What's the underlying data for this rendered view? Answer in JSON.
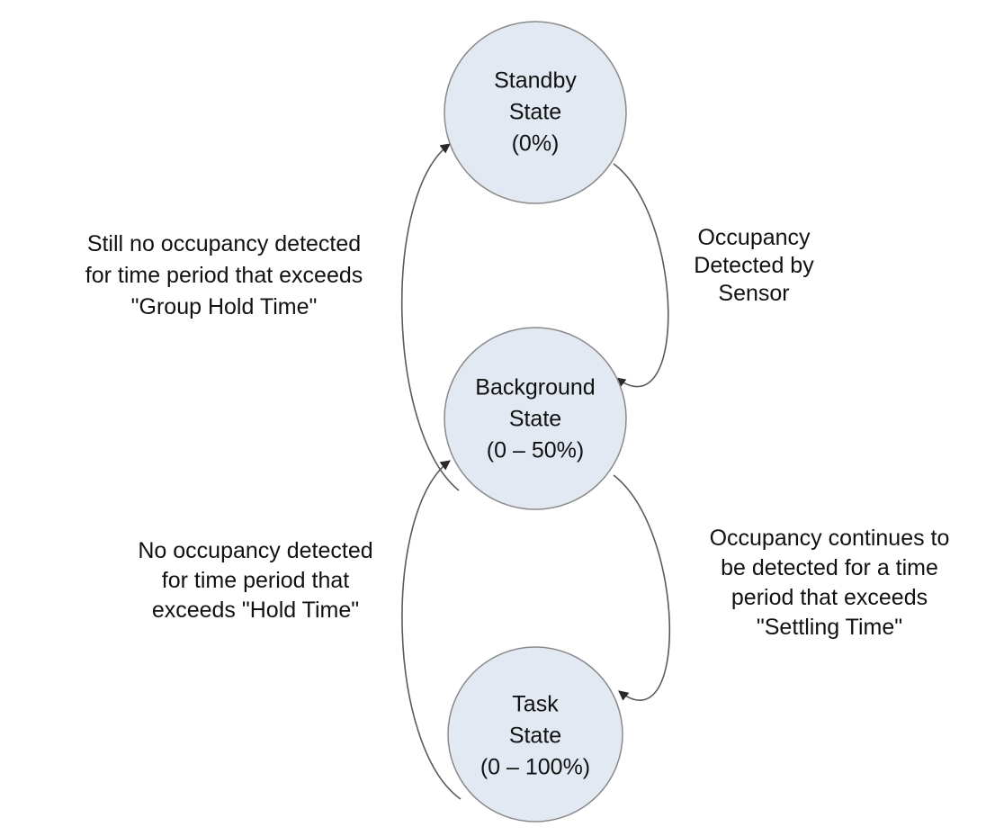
{
  "diagram": {
    "type": "state-transition-diagram",
    "background_color": "#ffffff",
    "node_fill_color": "#e2e9f3",
    "node_stroke_color": "#8a8a8a",
    "edge_color": "#5a5a5a",
    "text_color": "#111111",
    "states": [
      {
        "id": "standby",
        "name": "Standby State",
        "line1": "Standby",
        "line2": "State",
        "line3": "(0%)",
        "output_level": "0%"
      },
      {
        "id": "background",
        "name": "Background State",
        "line1": "Background",
        "line2": "State",
        "line3": "(0 – 50%)",
        "output_level": "0 – 50%"
      },
      {
        "id": "task",
        "name": "Task State",
        "line1": "Task",
        "line2": "State",
        "line3": "(0 – 100%)",
        "output_level": "0 – 100%"
      }
    ],
    "transitions": [
      {
        "id": "background-to-standby",
        "from": "background",
        "to": "standby",
        "side": "left",
        "lines": [
          "Still no occupancy detected",
          "for time period that exceeds",
          "\"Group Hold Time\""
        ]
      },
      {
        "id": "standby-to-background",
        "from": "standby",
        "to": "background",
        "side": "right",
        "lines": [
          "Occupancy",
          "Detected by",
          "Sensor"
        ]
      },
      {
        "id": "task-to-background",
        "from": "task",
        "to": "background",
        "side": "left",
        "lines": [
          "No occupancy detected",
          "for time period that",
          "exceeds \"Hold Time\""
        ]
      },
      {
        "id": "background-to-task",
        "from": "background",
        "to": "task",
        "side": "right",
        "lines": [
          "Occupancy continues to",
          "be detected for a time",
          "period that exceeds",
          "\"Settling Time\""
        ]
      }
    ]
  }
}
